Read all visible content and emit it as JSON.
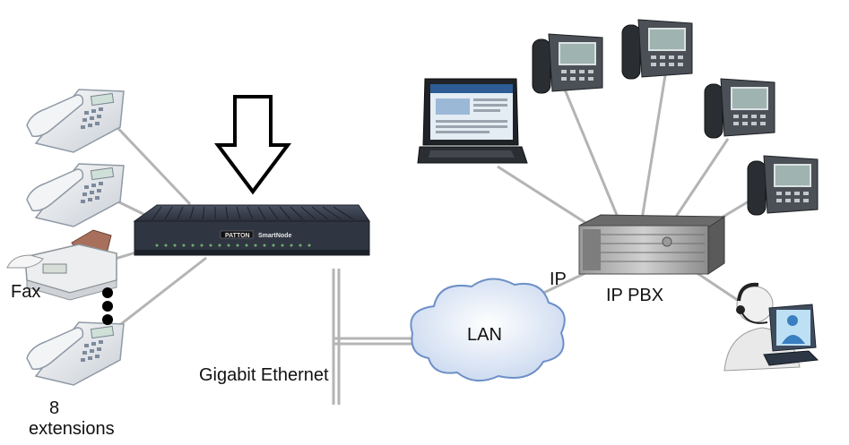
{
  "labels": {
    "fax": "Fax",
    "extensions_count": "8",
    "extensions_word": "extensions",
    "gigabit_ethernet": "Gigabit Ethernet",
    "lan": "LAN",
    "ip": "IP",
    "ip_pbx": "IP PBX"
  },
  "device": {
    "brand": "PATTON",
    "model": "SmartNode"
  },
  "icons": [
    "down-arrow-icon",
    "analog-phone-icon",
    "fax-machine-icon",
    "gateway-device",
    "laptop-icon",
    "ip-phone-icon",
    "server-icon",
    "cloud-icon",
    "operator-icon"
  ],
  "colors": {
    "line": "#b4b4b4",
    "device_body": "#2f3642",
    "cloud_fill": "#e7eef8",
    "cloud_stroke": "#6d8fc7"
  }
}
